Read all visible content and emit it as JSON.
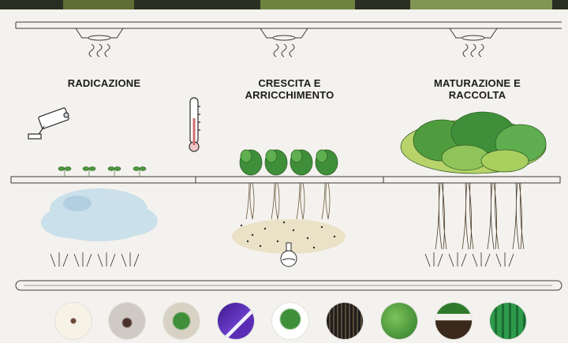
{
  "stages": [
    {
      "title_line1": "RADICAZIONE",
      "title_line2": ""
    },
    {
      "title_line1": "CRESCITA E",
      "title_line2": "ARRICCHIMENTO"
    },
    {
      "title_line1": "MATURAZIONE E",
      "title_line2": "RACCOLTA"
    }
  ],
  "icons": [
    "ceiling-lamp-icon",
    "security-camera-icon",
    "thermometer-icon",
    "seedling-icon",
    "lettuce-icon",
    "flask-icon",
    "mist-nozzle-icon"
  ],
  "thumbnails": [
    "seed-on-substrate-photo",
    "seeds-in-dish-photo",
    "sprouts-in-dish-photo",
    "led-growing-room-photo",
    "lettuce-plants-photo",
    "roots-close-up-photo",
    "lettuce-canopy-photo",
    "root-harvest-photo",
    "green-growing-racks-photo"
  ],
  "colors": {
    "background": "#f4f2ee",
    "ink": "#1b1b1b",
    "leaf": "#3f8f3a",
    "mist": "#a9d2e8",
    "nutrient": "#e3d3a8"
  }
}
